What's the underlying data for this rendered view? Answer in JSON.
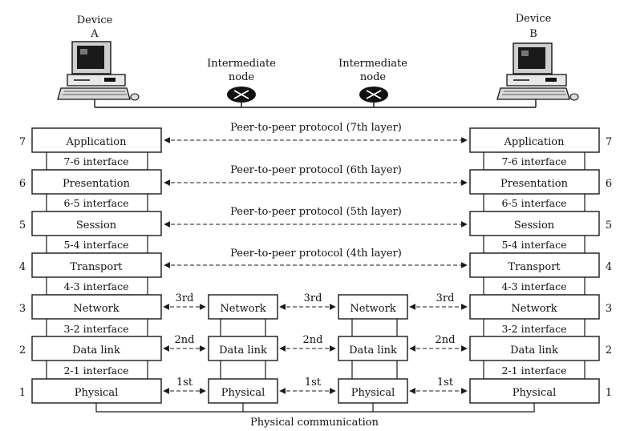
{
  "devices": {
    "a": {
      "line1": "Device",
      "line2": "A"
    },
    "b": {
      "line1": "Device",
      "line2": "B"
    }
  },
  "intermediate": [
    {
      "line1": "Intermediate",
      "line2": "node"
    },
    {
      "line1": "Intermediate",
      "line2": "node"
    }
  ],
  "layers": [
    {
      "num": "7",
      "name": "Application",
      "protocol": "Peer-to-peer protocol (7th layer)",
      "interface": "7-6 interface"
    },
    {
      "num": "6",
      "name": "Presentation",
      "protocol": "Peer-to-peer protocol (6th layer)",
      "interface": "6-5 interface"
    },
    {
      "num": "5",
      "name": "Session",
      "protocol": "Peer-to-peer protocol (5th layer)",
      "interface": "5-4 interface"
    },
    {
      "num": "4",
      "name": "Transport",
      "protocol": "Peer-to-peer protocol (4th layer)",
      "interface": "4-3 interface"
    },
    {
      "num": "3",
      "name": "Network",
      "hop": "3rd",
      "interface": "3-2 interface"
    },
    {
      "num": "2",
      "name": "Data link",
      "hop": "2nd",
      "interface": "2-1 interface"
    },
    {
      "num": "1",
      "name": "Physical",
      "hop": "1st"
    }
  ],
  "bottom_label": "Physical communication"
}
